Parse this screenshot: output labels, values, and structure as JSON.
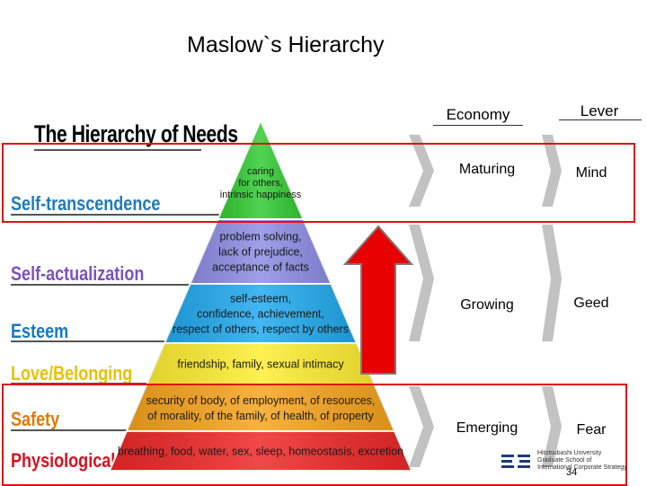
{
  "slide": {
    "title": "Maslow`s Hierarchy",
    "page_number": "34"
  },
  "pyramid": {
    "heading": "The Hierarchy of Needs",
    "levels": [
      {
        "name": "Self-transcendence",
        "color": "#1f7ab8",
        "fill": "#33cc33",
        "lines": [
          "caring",
          "for others,",
          "intrinsic happiness"
        ]
      },
      {
        "name": "Self-actualization",
        "color": "#7a52c0",
        "fill": "#8e8ee6",
        "lines": [
          "problem solving,",
          "lack of prejudice,",
          "acceptance of facts"
        ]
      },
      {
        "name": "Esteem",
        "color": "#1478c4",
        "fill": "#22aaee",
        "lines": [
          "self-esteem,",
          "confidence, achievement,",
          "respect of others, respect by others"
        ]
      },
      {
        "name": "Love/Belonging",
        "color": "#e8c000",
        "fill": "#ffee33",
        "lines": [
          "friendship, family, sexual intimacy"
        ]
      },
      {
        "name": "Safety",
        "color": "#e07a00",
        "fill": "#f7a41e",
        "lines": [
          "security of body, of employment, of resources,",
          "of morality, of the family, of health, of property"
        ]
      },
      {
        "name": "Physiological",
        "color": "#d81020",
        "fill": "#ee2828",
        "lines": [
          "breathing, food, water, sex, sleep, homeostasis, excretion"
        ]
      }
    ]
  },
  "table": {
    "col_economy": "Economy",
    "col_lever": "Lever",
    "rows": [
      {
        "economy": "Maturing",
        "lever": "Mind"
      },
      {
        "economy": "Growing",
        "lever": "Geed"
      },
      {
        "economy": "Emerging",
        "lever": "Fear"
      }
    ]
  },
  "logo": {
    "lines": [
      "Hitotsubashi University",
      "Graduate School of",
      "International Corporate Strategy"
    ]
  },
  "colors": {
    "highlight_box": "#e01010",
    "up_arrow": "#e80000",
    "chevron": "#b8b8b8"
  }
}
